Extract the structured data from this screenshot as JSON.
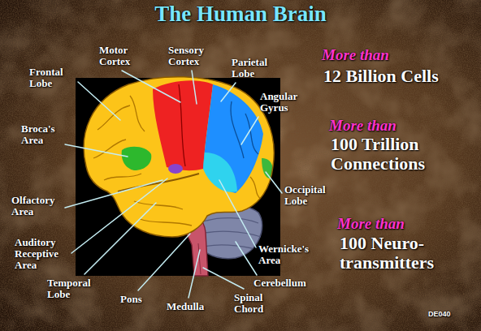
{
  "diagram": {
    "title": "The Human Brain",
    "labels": [
      "Motor Cortex",
      "Sensory Cortex",
      "Frontal Lobe",
      "Parietal Lobe",
      "Angular Gyrus",
      "Broca's Area",
      "Olfactory Area",
      "Auditory Receptive Area",
      "Temporal Lobe",
      "Pons",
      "Medulla",
      "Spinal Chord",
      "Cerebellum",
      "Wernicke's Area",
      "Occipital Lobe",
      "More than",
      "12 Billion Cells",
      "More than",
      "100 Trillion Connections",
      "More than",
      "100 Neuro-transmitters",
      "DE040"
    ]
  }
}
